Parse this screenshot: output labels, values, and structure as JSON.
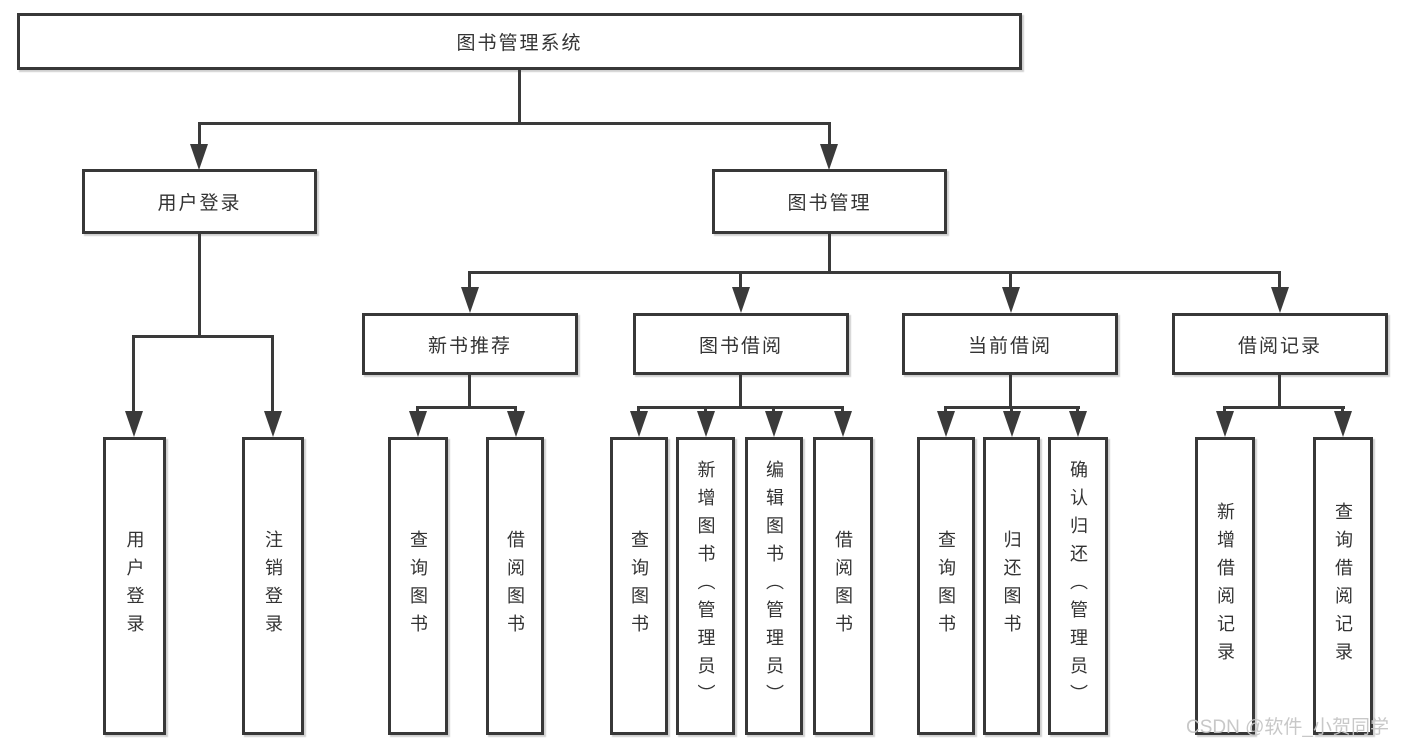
{
  "diagram": {
    "type": "tree",
    "root": {
      "label": "图书管理系统"
    },
    "level2": {
      "user_login": {
        "label": "用户登录"
      },
      "book_mgmt": {
        "label": "图书管理"
      }
    },
    "level3": {
      "new_book": {
        "label": "新书推荐"
      },
      "borrow": {
        "label": "图书借阅"
      },
      "current": {
        "label": "当前借阅"
      },
      "records": {
        "label": "借阅记录"
      }
    },
    "leaves": {
      "user_login": {
        "label": "用户登录"
      },
      "logout": {
        "label": "注销登录"
      },
      "nb_query": {
        "label": "查询图书"
      },
      "nb_borrow": {
        "label": "借阅图书"
      },
      "bo_query": {
        "label": "查询图书"
      },
      "bo_add": {
        "label": "新增图书（管理员）"
      },
      "bo_edit": {
        "label": "编辑图书（管理员）"
      },
      "bo_borrow": {
        "label": "借阅图书"
      },
      "cu_query": {
        "label": "查询图书"
      },
      "cu_return": {
        "label": "归还图书"
      },
      "cu_confirm": {
        "label": "确认归还（管理员）"
      },
      "re_add": {
        "label": "新增借阅记录"
      },
      "re_query": {
        "label": "查询借阅记录"
      }
    },
    "edges": [
      "图书管理系统→用户登录",
      "图书管理系统→图书管理",
      "用户登录→用户登录",
      "用户登录→注销登录",
      "图书管理→新书推荐",
      "图书管理→图书借阅",
      "图书管理→当前借阅",
      "图书管理→借阅记录",
      "新书推荐→查询图书",
      "新书推荐→借阅图书",
      "图书借阅→查询图书",
      "图书借阅→新增图书（管理员）",
      "图书借阅→编辑图书（管理员）",
      "图书借阅→借阅图书",
      "当前借阅→查询图书",
      "当前借阅→归还图书",
      "当前借阅→确认归还（管理员）",
      "借阅记录→新增借阅记录",
      "借阅记录→查询借阅记录"
    ],
    "colors": {
      "background": "#ffffff",
      "line": "#3a3a3a",
      "border": "#383838",
      "text": "#333333",
      "watermark": "#c5c5c5"
    },
    "watermark": {
      "label": "CSDN @软件_小贺同学"
    }
  }
}
